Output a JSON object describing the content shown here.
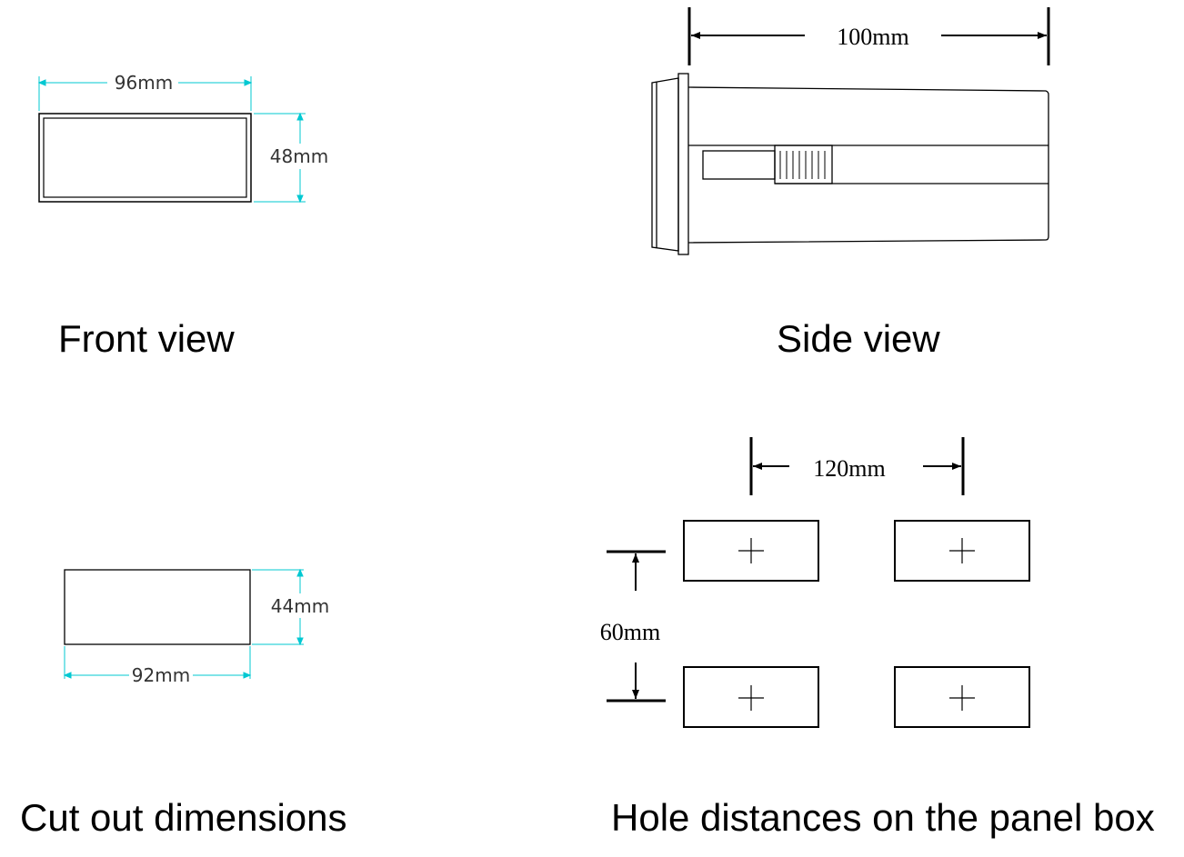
{
  "colors": {
    "dimension_line": "#00c8d2",
    "outline": "#000000",
    "dimension_text": "#333333"
  },
  "front_view": {
    "width_label": "96mm",
    "height_label": "48mm",
    "caption": "Front view"
  },
  "side_view": {
    "depth_label": "100mm",
    "caption": "Side view"
  },
  "cutout": {
    "height_label": "44mm",
    "width_label": "92mm",
    "caption": "Cut out dimensions"
  },
  "holes": {
    "horizontal_label": "120mm",
    "vertical_label": "60mm",
    "caption": "Hole distances on the panel box"
  }
}
